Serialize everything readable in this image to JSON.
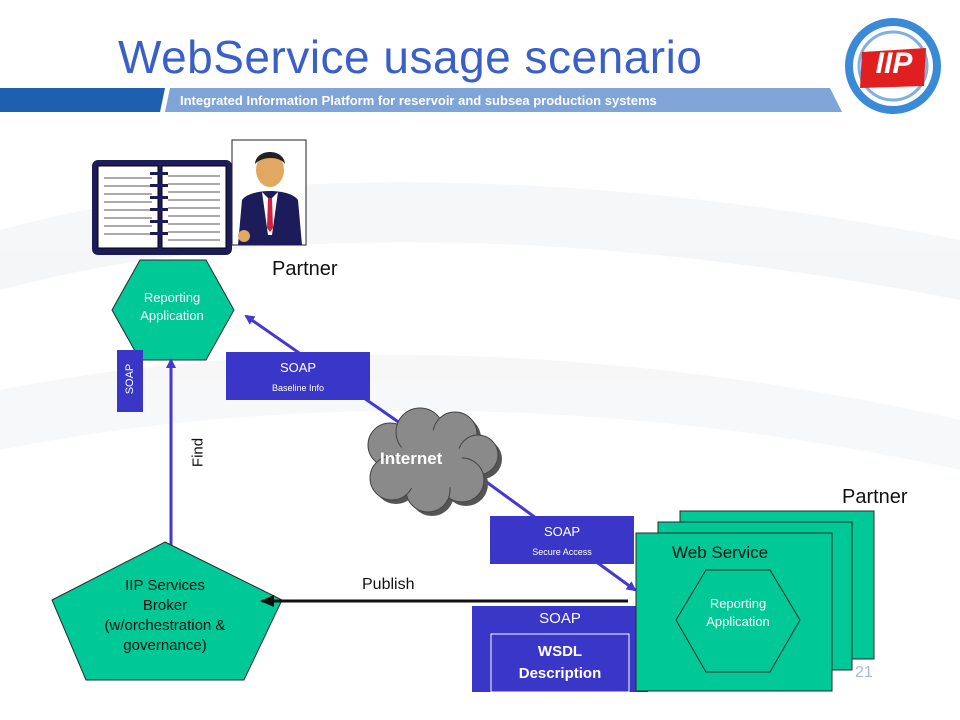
{
  "header": {
    "title": "WebService usage scenario",
    "subtitle": "Integrated Information Platform for reservoir and subsea production systems",
    "logo_text": "IIP",
    "page_number": "21"
  },
  "partner_top": {
    "label": "Partner",
    "reporting_app": [
      "Reporting",
      "Application"
    ],
    "soap_vertical": "SOAP",
    "find_label": "Find"
  },
  "internet": {
    "label": "Internet",
    "soap_baseline": {
      "title": "SOAP",
      "sub": "Baseline Info"
    },
    "soap_secure": {
      "title": "SOAP",
      "sub": "Secure Access"
    }
  },
  "broker": {
    "lines": [
      "IIP Services",
      "Broker",
      "(w/orchestration &",
      "governance)"
    ],
    "publish_label": "Publish"
  },
  "partner_bottom": {
    "label": "Partner",
    "web_service": "Web Service",
    "reporting_app": [
      "Reporting",
      "Application"
    ],
    "soap_label": "SOAP",
    "wsdl": [
      "WSDL",
      "Description"
    ]
  },
  "colors": {
    "title_blue": "#3a5fc8",
    "band_blue": "#1f5fb0",
    "band_light": "#7fa4d8",
    "green": "#00c896",
    "navy_box": "#3a36c8",
    "arrow_blue": "#4438d0",
    "cloud_gray": "#8a8a8a"
  }
}
